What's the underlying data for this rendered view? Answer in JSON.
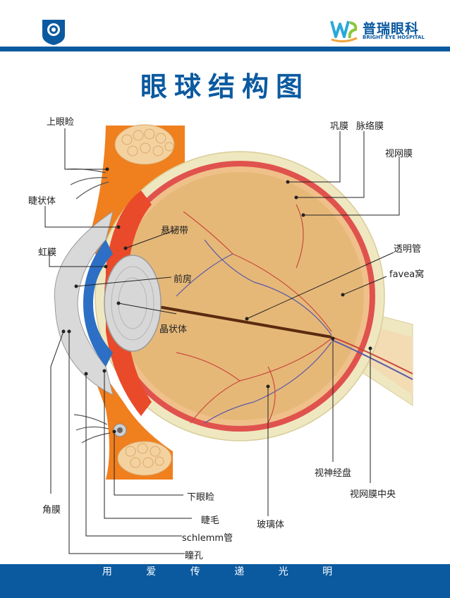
{
  "header": {
    "brand_cn": "普瑞眼科",
    "brand_en": "BRIGHT EYE HOSPITAL"
  },
  "title": "眼球结构图",
  "labels": {
    "upper_eyelid": "上眼睑",
    "ciliary_body": "睫状体",
    "iris": "虹膜",
    "zonule": "悬韧带",
    "anterior_chamber": "前房",
    "lens": "晶状体",
    "sclera": "巩膜",
    "choroid": "脉络膜",
    "retina": "视网膜",
    "hyaloid_canal": "透明管",
    "fovea": "favea窝",
    "optic_disc": "视神经盘",
    "central_retina": "视网膜中央",
    "vitreous": "玻璃体",
    "lower_eyelid": "下眼睑",
    "eyelash": "睫毛",
    "schlemm": "schlemm管",
    "pupil": "瞳孔",
    "cornea": "角膜"
  },
  "footer": {
    "slogan": "用 爱 传 递 光 明"
  },
  "colors": {
    "brand_blue": "#0b5aa0",
    "sclera": "#efe7c0",
    "choroid": "#e0524d",
    "vitreous": "#e6b878",
    "eyelid_orange": "#f07f1e",
    "iris_blue": "#2d6fc4"
  }
}
